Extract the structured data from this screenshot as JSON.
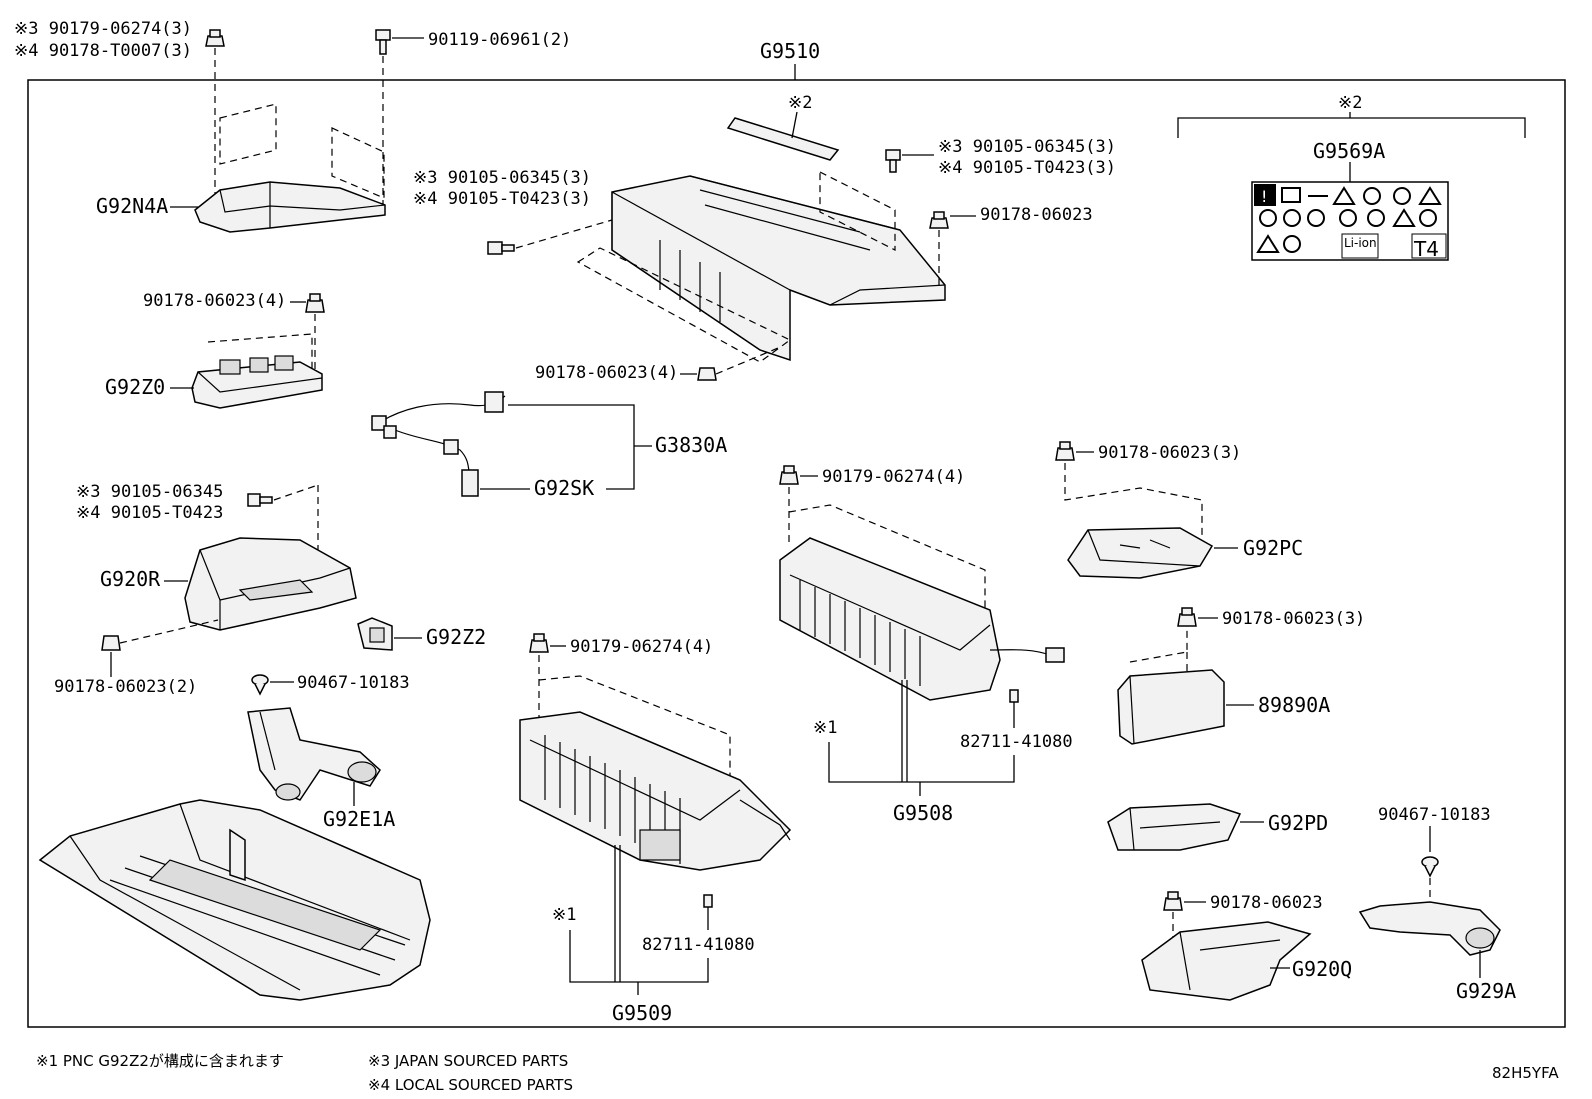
{
  "title": "G9510",
  "code": "82H5YFA",
  "footnotes": {
    "n1": "※1 PNC G92Z2が構成に含まれます",
    "n3": "※3 JAPAN SOURCED PARTS",
    "n4": "※4 LOCAL SOURCED PARTS"
  },
  "labels": {
    "fastener_top_left_a": "※3 90179-06274(3)",
    "fastener_top_left_b": "※4 90178-T0007(3)",
    "bolt_top": "90119-06961(2)",
    "cover_top_left": "G92N4A",
    "gasket_mark": "※2",
    "bolt_center_a": "※3 90105-06345(3)",
    "bolt_center_b": "※4 90105-T0423(3)",
    "bolt_right_a": "※3 90105-06345(3)",
    "bolt_right_b": "※4 90105-T0423(3)",
    "nut_right": "90178-06023",
    "nut_bottom_tray": "90178-06023(4)",
    "label_group_mark": "※2",
    "label_sheet": "G9569A",
    "label_li_ion": "Li-ion",
    "label_t4": "T4",
    "nut_block": "90178-06023(4)",
    "block": "G92Z0",
    "harness": "G3830A",
    "harness_sub": "G92SK",
    "bolt_bracket_a": "※3 90105-06345",
    "bolt_bracket_b": "※4 90105-T0423",
    "bracket": "G920R",
    "nut_bracket": "90178-06023(2)",
    "clip": "G92Z2",
    "clip_duct": "90467-10183",
    "duct": "G92E1A",
    "nut_stack_center": "90179-06274(4)",
    "stack_center_mark": "※1",
    "sensor_center": "82711-41080",
    "stack_center": "G9509",
    "nut_stack_right": "90179-06274(4)",
    "stack_right_mark": "※1",
    "sensor_right": "82711-41080",
    "stack_right": "G9508",
    "nut_cover_right": "90178-06023(3)",
    "cover_right": "G92PC",
    "nut_ecu": "90178-06023(3)",
    "ecu": "89890A",
    "cover_lower": "G92PD",
    "nut_duct_lower": "90178-06023",
    "duct_lower": "G920Q",
    "clip_right": "90467-10183",
    "duct_right": "G929A"
  }
}
